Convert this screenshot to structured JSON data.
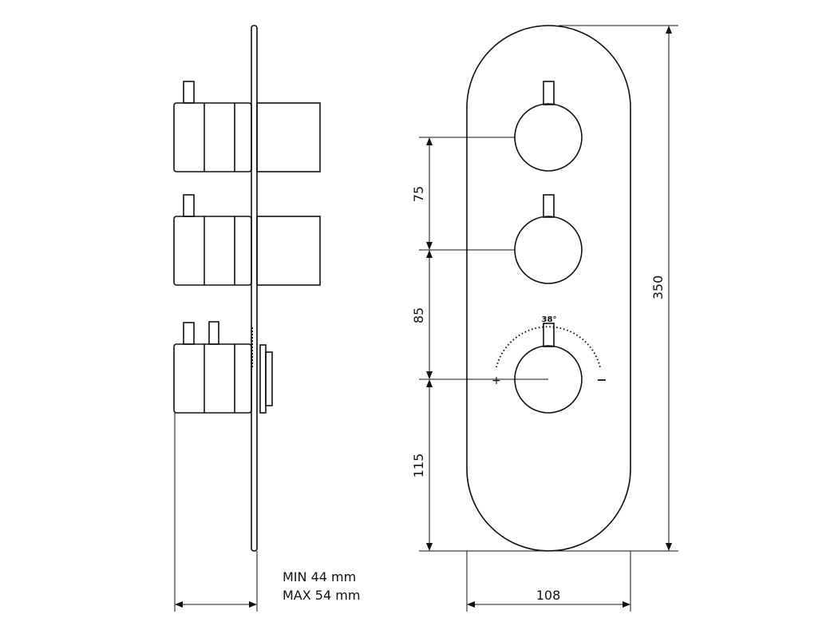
{
  "side_view": {
    "depth_min": "MIN 44 mm",
    "depth_max": "MAX 54 mm"
  },
  "front_view": {
    "dim_spacing_1": "75",
    "dim_spacing_2": "85",
    "dim_bottom": "115",
    "dim_height": "350",
    "dim_width": "108",
    "temperature_mark": "38°",
    "plus_mark": "+",
    "minus_mark": "−"
  },
  "colors": {
    "line": "#111111",
    "background": "#ffffff"
  }
}
